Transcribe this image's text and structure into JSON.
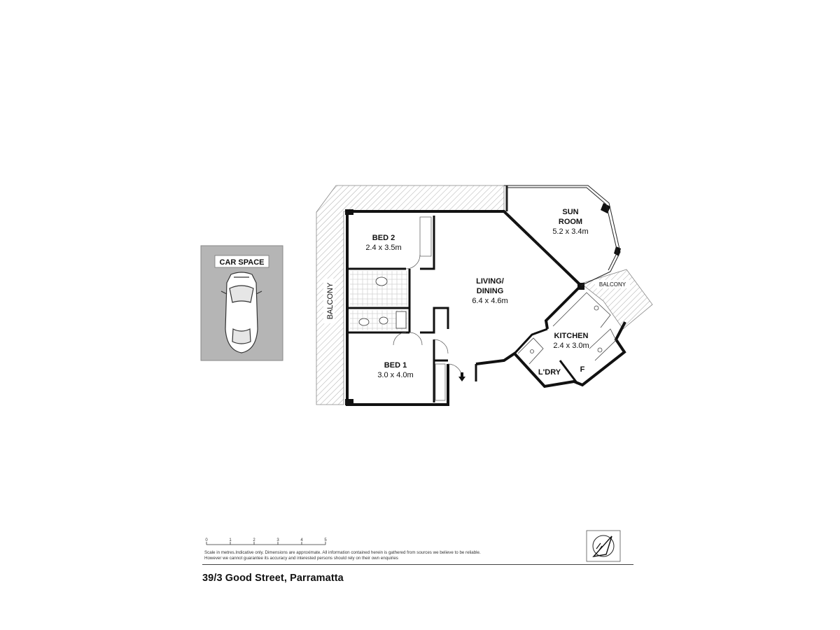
{
  "car_space": {
    "label": "CAR SPACE"
  },
  "rooms": {
    "bed2": {
      "name": "BED 2",
      "size": "2.4 x 3.5m"
    },
    "bed1": {
      "name": "BED 1",
      "size": "3.0 x 4.0m"
    },
    "living": {
      "name_line1": "LIVING/",
      "name_line2": "DINING",
      "size": "6.4 x 4.6m"
    },
    "sunroom": {
      "name_line1": "SUN",
      "name_line2": "ROOM",
      "size": "5.2 x 3.4m"
    },
    "kitchen": {
      "name": "KITCHEN",
      "size": "2.4 x 3.0m"
    },
    "laundry": {
      "name": "L'DRY"
    },
    "fridge": {
      "name": "F"
    }
  },
  "balconies": {
    "west": "BALCONY",
    "east": "BALCONY"
  },
  "scale": {
    "ticks": [
      "0",
      "1",
      "2",
      "3",
      "4",
      "5"
    ]
  },
  "disclaimer": "Scale in metres.Indicative only. Dimensions are approximate. All information contained herein is gathered from sources we believe to be reliable. However we cannot guarantee its accuracy and interested persons should rely on their own enquiries",
  "address": "39/3 Good Street, Parramatta",
  "colors": {
    "wall": "#111111",
    "car_bg": "#b5b5b5",
    "hatch": "#9a9a9a",
    "tile": "#cfcfcf"
  }
}
